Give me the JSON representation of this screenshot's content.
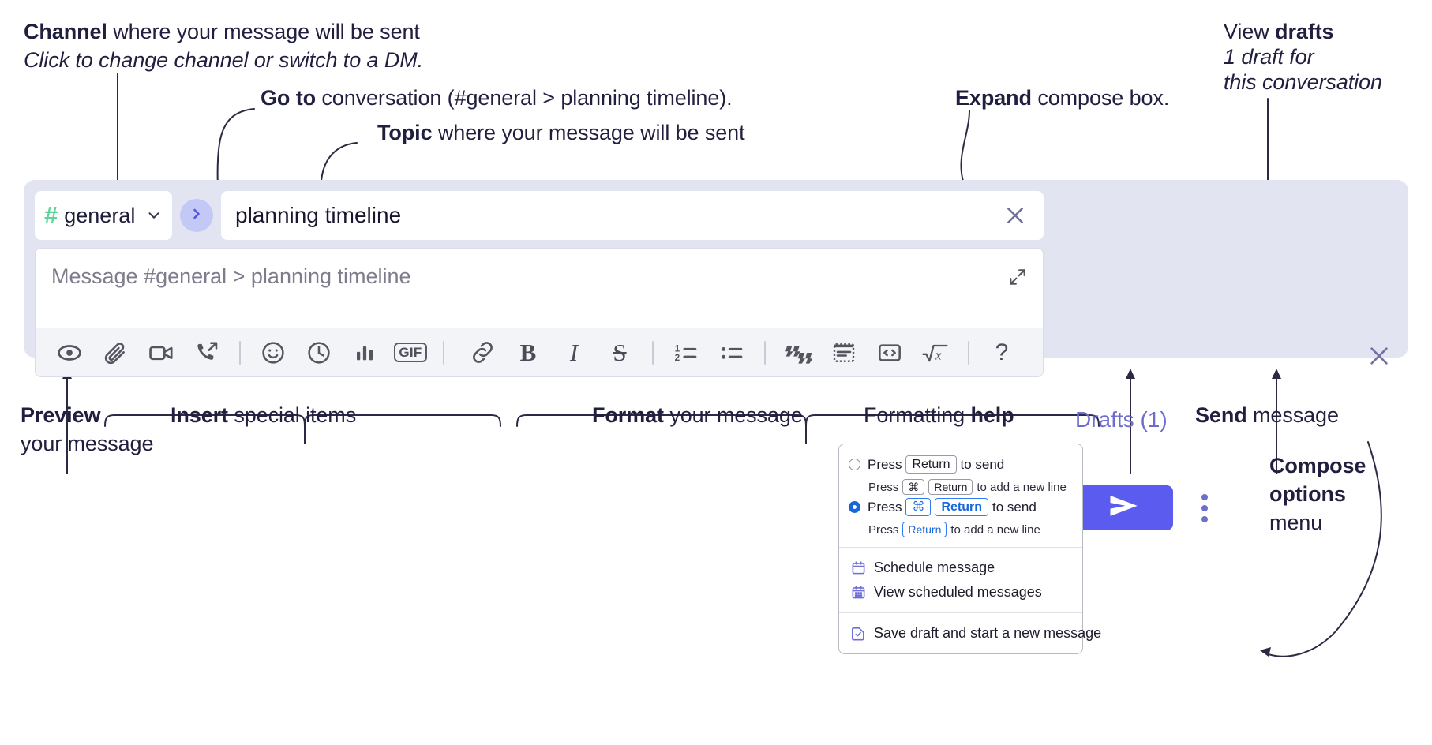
{
  "annotations": {
    "channel": {
      "title_bold": "Channel",
      "title_rest": " where your message will be sent",
      "subtitle": "Click to change channel or switch to a DM."
    },
    "goto": {
      "bold": "Go to",
      "rest": " conversation (#general > planning timeline)."
    },
    "topic": {
      "bold": "Topic",
      "rest": " where your message will be sent"
    },
    "expand": {
      "bold": "Expand",
      "rest": " compose box."
    },
    "drafts": {
      "bold_prefix": "View ",
      "bold": "drafts",
      "line2": "1 draft for",
      "line3": "this conversation"
    },
    "preview": {
      "bold": "Preview",
      "line2": "your message"
    },
    "insert": {
      "bold": "Insert",
      "rest": " special items"
    },
    "format": {
      "bold": "Format",
      "rest": " your message"
    },
    "formatting_help": {
      "prefix": "Formatting ",
      "bold": "help"
    },
    "send": {
      "bold": "Send",
      "rest": " message"
    },
    "compose_options": {
      "bold_line1": "Compose",
      "bold_line2": "options",
      "line3": "menu"
    }
  },
  "compose": {
    "channel": {
      "hash": "#",
      "name": "general",
      "chevron_icon": "chevron-down-icon"
    },
    "goto_button_icon": "chevron-right-icon",
    "topic": {
      "value": "planning timeline",
      "clear_icon": "close-icon"
    },
    "message": {
      "placeholder": "Message #general > planning timeline",
      "expand_icon": "expand-icon"
    },
    "toolbar": [
      {
        "name": "preview-icon",
        "label": "Preview"
      },
      {
        "name": "attachment-icon",
        "label": "Attach file"
      },
      {
        "name": "video-clip-icon",
        "label": "Record video clip"
      },
      {
        "name": "audio-clip-icon",
        "label": "Record audio clip"
      },
      {
        "name": "divider",
        "label": ""
      },
      {
        "name": "emoji-icon",
        "label": "Emoji"
      },
      {
        "name": "clock-icon",
        "label": "Reminder"
      },
      {
        "name": "poll-icon",
        "label": "Poll"
      },
      {
        "name": "gif-icon",
        "label": "GIF"
      },
      {
        "name": "divider",
        "label": ""
      },
      {
        "name": "link-icon",
        "label": "Link"
      },
      {
        "name": "bold-icon",
        "label": "B"
      },
      {
        "name": "italic-icon",
        "label": "I"
      },
      {
        "name": "strikethrough-icon",
        "label": "S"
      },
      {
        "name": "divider",
        "label": ""
      },
      {
        "name": "ordered-list-icon",
        "label": "Ordered list"
      },
      {
        "name": "bulleted-list-icon",
        "label": "Bulleted list"
      },
      {
        "name": "divider",
        "label": ""
      },
      {
        "name": "blockquote-icon",
        "label": "Blockquote"
      },
      {
        "name": "code-block-icon",
        "label": "Code block"
      },
      {
        "name": "code-icon",
        "label": "Code"
      },
      {
        "name": "math-icon",
        "label": "Math"
      },
      {
        "name": "divider",
        "label": ""
      },
      {
        "name": "help-icon",
        "label": "?"
      }
    ],
    "drafts_label": "Drafts (1)",
    "send_icon": "send-icon",
    "compose_options_icon": "kebab-menu-icon",
    "close_icon": "close-icon"
  },
  "menu": {
    "options": [
      {
        "selected": false,
        "press": "Press",
        "keys": [
          "Return"
        ],
        "to_send": "to send",
        "sub_press": "Press",
        "sub_keys": [
          "⌘",
          "Return"
        ],
        "sub_tail": "to add a new line"
      },
      {
        "selected": true,
        "press": "Press",
        "keys": [
          "⌘",
          "Return"
        ],
        "to_send": "to send",
        "sub_press": "Press",
        "sub_keys": [
          "Return"
        ],
        "sub_tail": "to add a new line"
      }
    ],
    "items_group1": [
      {
        "icon": "calendar-icon",
        "label": "Schedule message"
      },
      {
        "icon": "calendar-grid-icon",
        "label": "View scheduled messages"
      }
    ],
    "items_group2": [
      {
        "icon": "save-draft-icon",
        "label": "Save draft and start a new message"
      }
    ]
  },
  "colors": {
    "compose_bg": "#e3e4f2",
    "send_button": "#5b5bf0",
    "drafts_text": "#6d6dcf",
    "hash_green": "#5fd39a",
    "goto_circle": "#c3c8f7",
    "accent_blue": "#1866dd",
    "menu_icon_purple": "#6f6fd6",
    "annotation_text": "#211f3f"
  }
}
